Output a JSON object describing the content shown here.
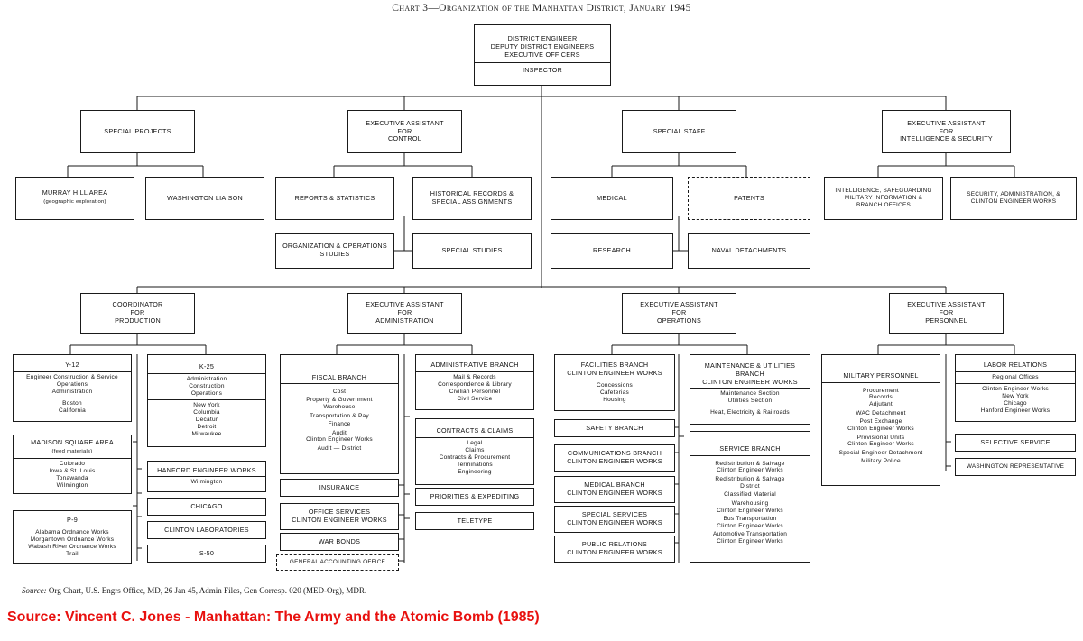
{
  "title": "Chart 3—Organization of the Manhattan District, January 1945",
  "source_note": "Source: Org Chart, U.S. Engrs Office, MD, 26 Jan 45, Admin Files, Gen Corresp. 020 (MED-Org), MDR.",
  "source_note_label": "Source:",
  "source_note_rest": " Org Chart, U.S. Engrs Office, MD, 26 Jan 45, Admin Files, Gen Corresp. 020 (MED-Org), MDR.",
  "caption": "Source: Vincent C. Jones - Manhattan: The Army and the Atomic Bomb (1985)",
  "caption_color": "#e8110f",
  "head": {
    "line1": "DISTRICT ENGINEER",
    "line2": "DEPUTY DISTRICT ENGINEERS",
    "line3": "EXECUTIVE OFFICERS",
    "inspector": "INSPECTOR"
  },
  "tier2": {
    "special_projects": {
      "title": "SPECIAL PROJECTS",
      "children": [
        {
          "title": "MURRAY HILL AREA",
          "sub": "(geographic exploration)"
        },
        {
          "title": "WASHINGTON LIAISON"
        }
      ]
    },
    "ea_control": {
      "l1": "EXECUTIVE ASSISTANT",
      "l2": "FOR",
      "l3": "CONTROL",
      "children": [
        {
          "title": "REPORTS & STATISTICS"
        },
        {
          "title": "HISTORICAL RECORDS &",
          "title2": "SPECIAL ASSIGNMENTS"
        },
        {
          "title": "ORGANIZATION & OPERATIONS",
          "title2": "STUDIES"
        },
        {
          "title": "SPECIAL STUDIES"
        }
      ]
    },
    "special_staff": {
      "title": "SPECIAL STAFF",
      "children": [
        {
          "title": "MEDICAL"
        },
        {
          "title": "PATENTS",
          "dashed": true
        },
        {
          "title": "RESEARCH"
        },
        {
          "title": "NAVAL DETACHMENTS"
        }
      ]
    },
    "ea_intel": {
      "l1": "EXECUTIVE ASSISTANT",
      "l2": "FOR",
      "l3": "INTELLIGENCE & SECURITY",
      "children": [
        {
          "l1": "INTELLIGENCE, SAFEGUARDING",
          "l2": "MILITARY INFORMATION &",
          "l3": "BRANCH OFFICES"
        },
        {
          "l1": "SECURITY, ADMINISTRATION, &",
          "l2": "CLINTON ENGINEER WORKS"
        }
      ]
    }
  },
  "tier3": {
    "coordinator_production": {
      "l1": "COORDINATOR",
      "l2": "FOR",
      "l3": "PRODUCTION"
    },
    "ea_administration": {
      "l1": "EXECUTIVE ASSISTANT",
      "l2": "FOR",
      "l3": "ADMINISTRATION"
    },
    "ea_operations": {
      "l1": "EXECUTIVE ASSISTANT",
      "l2": "FOR",
      "l3": "OPERATIONS"
    },
    "ea_personnel": {
      "l1": "EXECUTIVE ASSISTANT",
      "l2": "FOR",
      "l3": "PERSONNEL"
    }
  },
  "col_production_left": [
    {
      "header": "Y-12",
      "segments": [
        [
          "Engineer Construction & Service",
          "Operations",
          "Administration"
        ],
        [
          "Boston",
          "California"
        ]
      ]
    },
    {
      "header": "MADISON SQUARE AREA",
      "sub": "(feed materials)",
      "segments": [
        [
          "Colorado",
          "Iowa & St. Louis",
          "Tonawanda",
          "Wilmington"
        ]
      ]
    },
    {
      "header": "P-9",
      "segments": [
        [
          "Alabama Ordnance Works",
          "Morgantown Ordnance Works",
          "Wabash River Ordnance Works",
          "Trail"
        ]
      ]
    }
  ],
  "col_production_right": [
    {
      "header": "K-25",
      "segments": [
        [
          "Administration",
          "Construction",
          "Operations"
        ],
        [
          "New York",
          "Columbia",
          "Decatur",
          "Detroit",
          "Milwaukee"
        ]
      ]
    },
    {
      "header": "HANFORD ENGINEER WORKS",
      "segments": [
        [
          "Wilmington"
        ]
      ]
    },
    {
      "header": "CHICAGO",
      "segments": []
    },
    {
      "header": "CLINTON LABORATORIES",
      "segments": []
    },
    {
      "header": "S-50",
      "segments": []
    }
  ],
  "col_admin_left": [
    {
      "header": "FISCAL BRANCH",
      "groups": [
        [
          "Cost"
        ],
        [
          "Property & Government",
          "Warehouse"
        ],
        [
          "Transportation & Pay"
        ],
        [
          "Finance"
        ],
        [
          "Audit",
          "Clinton Engineer Works"
        ],
        [
          "Audit — District"
        ]
      ]
    },
    {
      "header": "INSURANCE"
    },
    {
      "header": "OFFICE SERVICES",
      "header2": "CLINTON ENGINEER WORKS"
    },
    {
      "header": "WAR BONDS"
    },
    {
      "header": "GENERAL ACCOUNTING OFFICE",
      "dashed": true
    }
  ],
  "col_admin_right": [
    {
      "header": "ADMINISTRATIVE BRANCH",
      "segments": [
        [
          "Mail & Records",
          "Correspondence & Library",
          "Civilian Personnel",
          "Civil Service"
        ]
      ]
    },
    {
      "header": "CONTRACTS & CLAIMS",
      "segments": [
        [
          "Legal",
          "Claims",
          "Contracts & Procurement",
          "Terminations",
          "Engineering"
        ]
      ]
    },
    {
      "header": "PRIORITIES & EXPEDITING"
    },
    {
      "header": "TELETYPE"
    }
  ],
  "col_ops_left": [
    {
      "header": "FACILITIES BRANCH",
      "header2": "CLINTON ENGINEER WORKS",
      "segments": [
        [
          "Concessions",
          "Cafeterias",
          "Housing"
        ]
      ]
    },
    {
      "header": "SAFETY BRANCH"
    },
    {
      "header": "COMMUNICATIONS BRANCH",
      "header2": "CLINTON ENGINEER WORKS"
    },
    {
      "header": "MEDICAL BRANCH",
      "header2": "CLINTON ENGINEER WORKS"
    },
    {
      "header": "SPECIAL SERVICES",
      "header2": "CLINTON ENGINEER WORKS"
    },
    {
      "header": "PUBLIC RELATIONS",
      "header2": "CLINTON ENGINEER WORKS"
    }
  ],
  "col_ops_right": [
    {
      "header": "MAINTENANCE & UTILITIES",
      "header2": "BRANCH",
      "header3": "CLINTON ENGINEER WORKS",
      "segments": [
        [
          "Maintenance Section",
          "Utilities Section"
        ],
        [
          "Heat, Electricity & Railroads"
        ]
      ]
    },
    {
      "header": "SERVICE BRANCH",
      "groups": [
        [
          "Redistribution & Salvage",
          "Clinton Engineer Works"
        ],
        [
          "Redistribution & Salvage",
          "District"
        ],
        [
          "Classified Material"
        ],
        [
          "Warehousing",
          "Clinton Engineer Works"
        ],
        [
          "Bus Transportation",
          "Clinton Engineer Works"
        ],
        [
          "Automotive Transportation",
          "Clinton Engineer Works"
        ]
      ]
    }
  ],
  "col_personnel_left": [
    {
      "header": "MILITARY PERSONNEL",
      "groups": [
        [
          "Procurement",
          "Records",
          "Adjutant"
        ],
        [
          "WAC Detachment"
        ],
        [
          "Post Exchange",
          "Clinton Engineer Works"
        ],
        [
          "Provisional Units",
          "Clinton Engineer Works"
        ],
        [
          "Special Engineer Detachment"
        ],
        [
          "Military Police"
        ]
      ]
    }
  ],
  "col_personnel_right": [
    {
      "header": "LABOR RELATIONS",
      "segments": [
        [
          "Regional Offices"
        ],
        [
          "Clinton Engineer Works",
          "New York",
          "Chicago",
          "Hanford Engineer Works"
        ]
      ]
    },
    {
      "header": "SELECTIVE SERVICE"
    },
    {
      "header": "WASHINGTON REPRESENTATIVE"
    }
  ]
}
